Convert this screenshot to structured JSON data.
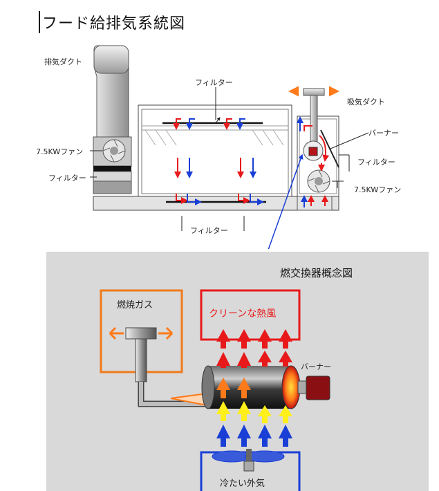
{
  "title": "フード給排気系統図",
  "top_diagram": {
    "exhaust_duct": "排気ダクト",
    "filter_top": "フィルター",
    "intake_duct": "吸気ダクト",
    "burner": "バーナー",
    "fan_left": "7.5KWファン",
    "filter_left": "フィルター",
    "filter_right": "フィルター",
    "fan_right": "7.5KWファン",
    "filter_bottom": "フィルター"
  },
  "concept": {
    "title": "燃交換器概念図",
    "combustion_gas": "燃焼ガス",
    "clean_hot_air": "クリーンな熱風",
    "burner": "バーナー",
    "cold_outside_air": "冷たい外気"
  },
  "colors": {
    "hot": "#e8191a",
    "cold": "#1a3fd6",
    "warm": "#ff7a1a",
    "yellow": "#ffef1a",
    "gas_box": "#f07a1a",
    "panel": "#d9d9d9"
  }
}
